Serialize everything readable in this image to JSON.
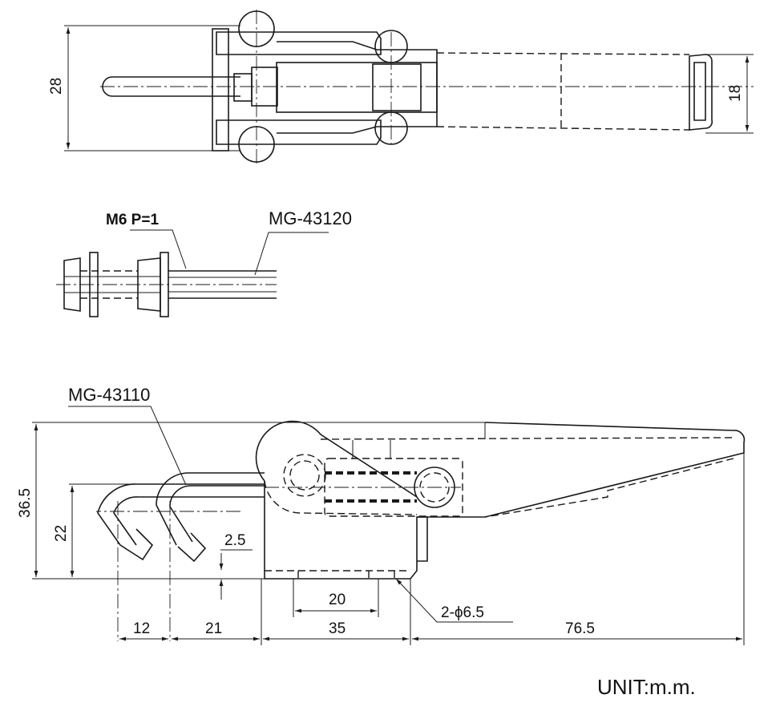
{
  "top_view": {
    "dimensions": {
      "height_overall": "28",
      "handle_width": "18"
    }
  },
  "fastener_view": {
    "thread_label": "M6 P=1",
    "rod_part_label": "MG-43120"
  },
  "side_view": {
    "hook_part_label": "MG-43110",
    "dimensions": {
      "overall_height": "36.5",
      "hook_height": "22",
      "base_thickness": "2.5",
      "hole_spacing": "20",
      "hole_callout": "2-ϕ6.5",
      "hook_offset": "12",
      "hook_to_base": "21",
      "base_length": "35",
      "handle_length": "76.5"
    }
  },
  "unit_label": "UNIT:m.m."
}
